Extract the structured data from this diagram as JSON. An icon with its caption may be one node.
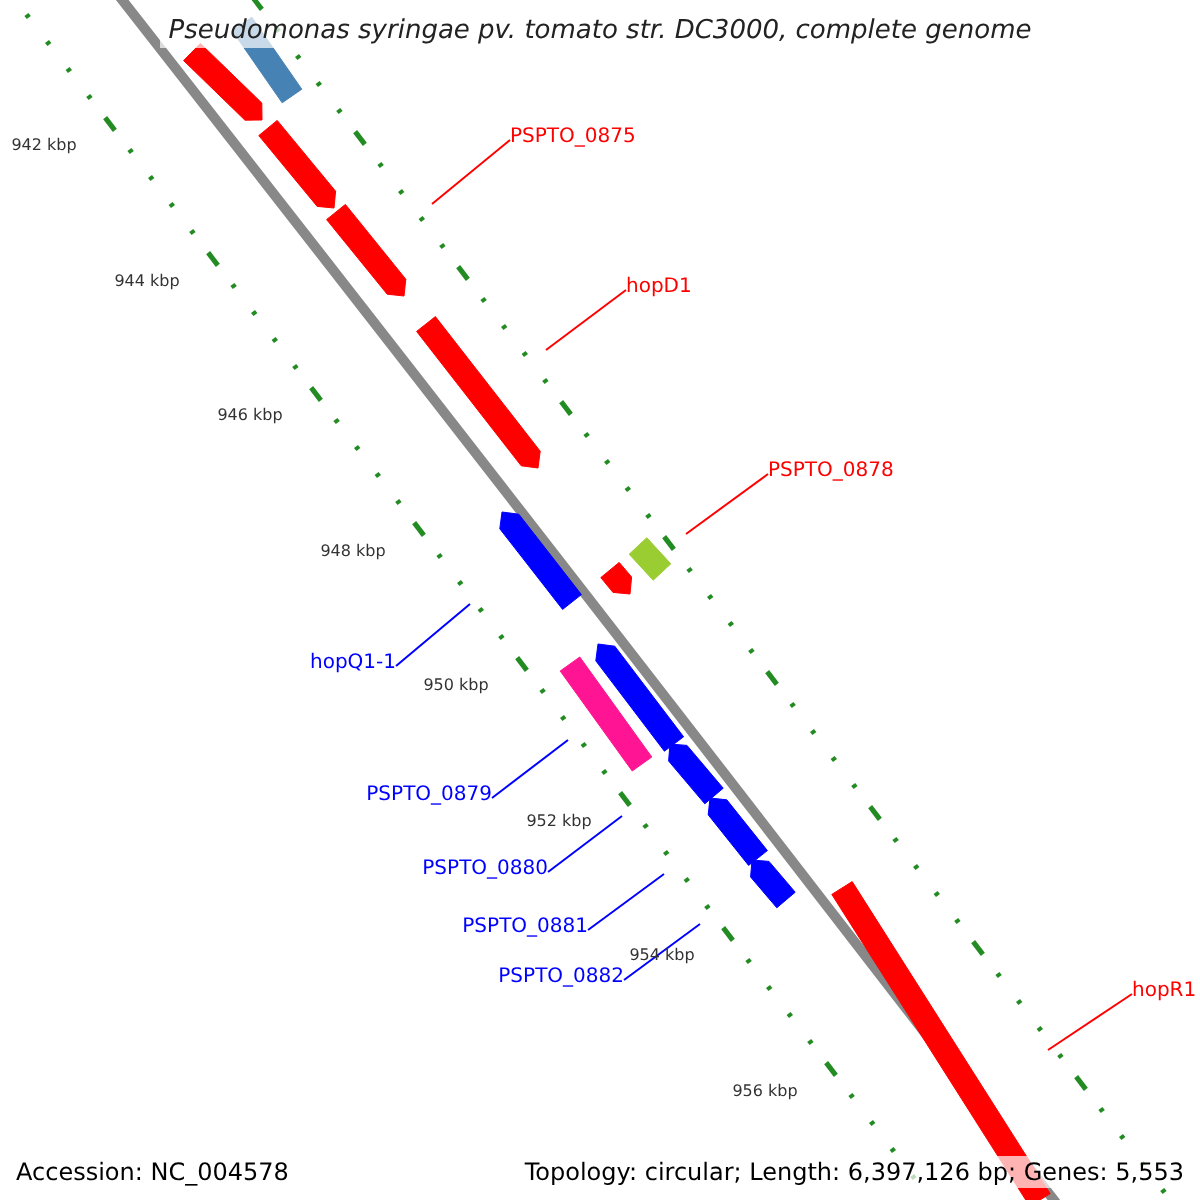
{
  "diagram": {
    "title": "Pseudomonas syringae pv. tomato str. DC3000, complete genome",
    "nodes": [
      {
        "text": [
          "PSPTO_0875"
        ]
      },
      {
        "text": [
          "hopD1"
        ]
      },
      {
        "text": [
          "PSPTO_0878"
        ]
      },
      {
        "text": [
          "hopQ1-1"
        ]
      },
      {
        "text": [
          "PSPTO_0879"
        ]
      },
      {
        "text": [
          "PSPTO_0880"
        ]
      },
      {
        "text": [
          "PSPTO_0881"
        ]
      },
      {
        "text": [
          "PSPTO_0882"
        ]
      },
      {
        "text": [
          "hopR1"
        ]
      }
    ],
    "edges": [
      {
        "from": 0,
        "to": null,
        "arrow": "none",
        "color": "#ff0000"
      },
      {
        "from": 1,
        "to": null,
        "arrow": "none",
        "color": "#ff0000"
      },
      {
        "from": 2,
        "to": null,
        "arrow": "none",
        "color": "#ff0000"
      },
      {
        "from": 3,
        "to": null,
        "arrow": "none"
      },
      {
        "from": 4,
        "to": null,
        "arrow": "none"
      },
      {
        "from": 5,
        "to": null,
        "arrow": "none"
      },
      {
        "from": 6,
        "to": null,
        "arrow": "none"
      },
      {
        "from": 7,
        "to": null,
        "arrow": "none"
      },
      {
        "from": 8,
        "to": null,
        "arrow": "none",
        "color": "#ff0000"
      }
    ],
    "labels": [
      "942 kbp",
      "944 kbp",
      "946 kbp",
      "948 kbp",
      "950 kbp",
      "952 kbp",
      "954 kbp",
      "956 kbp",
      "Accession: NC_004578",
      "Topology: circular; Length: 6,397,126 bp; Genes: 5,553"
    ]
  }
}
